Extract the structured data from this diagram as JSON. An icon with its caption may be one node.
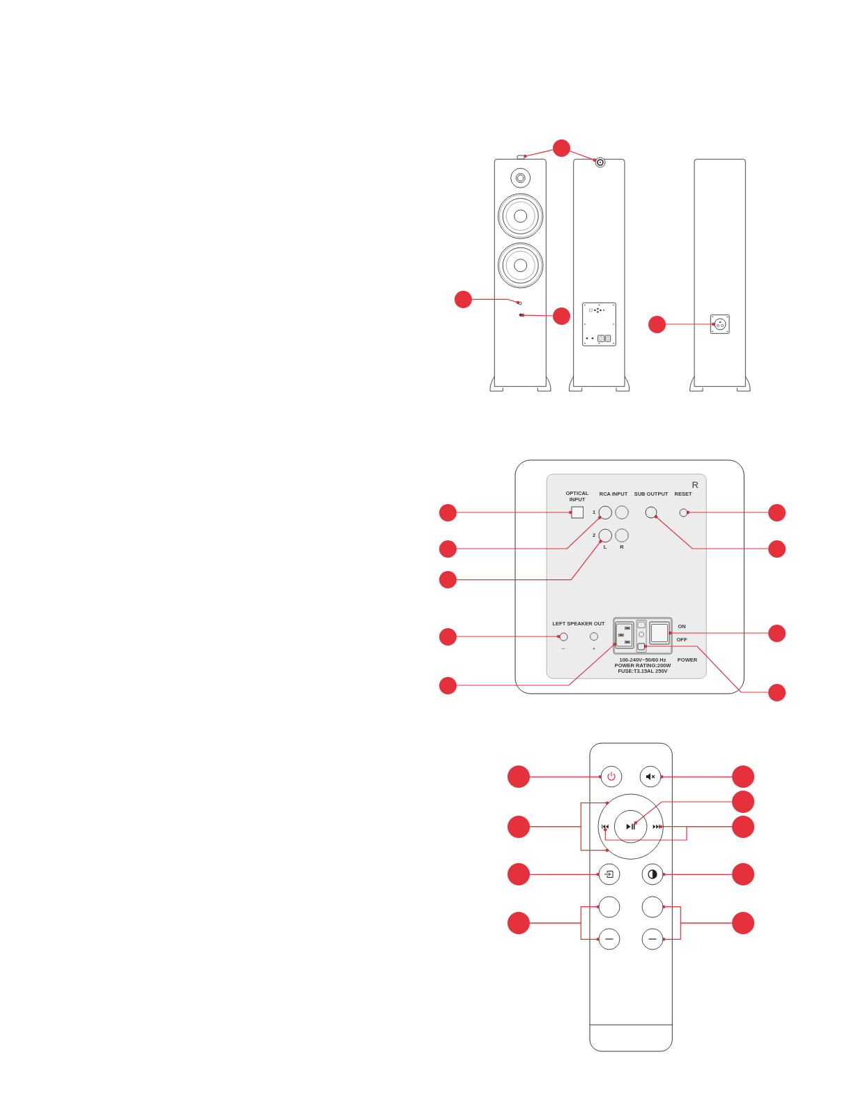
{
  "diagram": {
    "nodes": [
      {
        "text": [],
        "shape": "circle"
      },
      {
        "text": [],
        "shape": "box"
      },
      {
        "text": [],
        "shape": "circle"
      },
      {
        "text": [],
        "shape": "circle"
      },
      {
        "text": [],
        "shape": "circle"
      },
      {
        "text": [],
        "shape": "circle"
      },
      {
        "text": [],
        "shape": "circle"
      },
      {
        "text": [],
        "shape": "circle"
      },
      {
        "text": [],
        "shape": "circle"
      },
      {
        "text": [],
        "shape": "circle"
      },
      {
        "text": [],
        "shape": "box"
      },
      {
        "text": [],
        "shape": "circle"
      },
      {
        "text": [],
        "shape": "circle"
      },
      {
        "text": [],
        "shape": "circle"
      },
      {
        "text": [],
        "shape": "circle"
      },
      {
        "text": [],
        "shape": "circle"
      },
      {
        "text": [],
        "shape": "circle"
      },
      {
        "text": [],
        "shape": "circle"
      },
      {
        "text": [],
        "shape": "circle"
      },
      {
        "text": [],
        "shape": "circle"
      },
      {
        "text": [],
        "shape": "circle"
      },
      {
        "text": [],
        "shape": "box"
      },
      {
        "text": [],
        "shape": "box"
      },
      {
        "text": [],
        "shape": "circle"
      },
      {
        "text": [],
        "shape": "box"
      },
      {
        "text": [],
        "shape": "circle"
      },
      {
        "text": [],
        "shape": "circle"
      },
      {
        "text": [],
        "shape": "circle"
      },
      {
        "text": [],
        "shape": "circle"
      },
      {
        "text": [],
        "shape": "circle"
      },
      {
        "text": [],
        "shape": "circle"
      },
      {
        "text": [],
        "shape": "circle"
      },
      {
        "text": [],
        "shape": "circle"
      },
      {
        "text": [],
        "shape": "circle"
      },
      {
        "text": [],
        "shape": "picture",
        "in": 33
      },
      {
        "text": [],
        "shape": "picture",
        "in": 33
      },
      {
        "text": [],
        "shape": "picture",
        "in": 33
      },
      {
        "text": [],
        "shape": "circle"
      },
      {
        "text": [],
        "shape": "circle"
      },
      {
        "text": [],
        "shape": "circle"
      },
      {
        "text": [],
        "shape": "circle"
      },
      {
        "text": [],
        "shape": "circle"
      },
      {
        "text": [],
        "shape": "circle"
      },
      {
        "text": [],
        "shape": "circle"
      },
      {
        "text": [],
        "shape": "circle"
      },
      {
        "text": [],
        "shape": "circle"
      },
      {
        "text": [],
        "shape": "circle"
      },
      {
        "text": [],
        "shape": "circle"
      }
    ],
    "edges": [
      {
        "from": 0,
        "to": 1,
        "arrow": "other"
      },
      {
        "from": 0,
        "to": 2,
        "arrow": "other"
      },
      {
        "from": 3,
        "to": 4,
        "arrow": "other"
      },
      {
        "from": 5,
        "to": 6,
        "arrow": "other"
      },
      {
        "from": 7,
        "to": 8,
        "arrow": "other"
      },
      {
        "from": 9,
        "to": 10,
        "arrow": "other"
      },
      {
        "from": 14,
        "to": 13,
        "arrow": "other"
      },
      {
        "from": 15,
        "to": 11,
        "arrow": "other"
      },
      {
        "from": 16,
        "to": 12,
        "arrow": "other"
      },
      {
        "from": 18,
        "to": 17,
        "arrow": "other"
      },
      {
        "from": 19,
        "to": 20,
        "arrow": "other"
      },
      {
        "from": 25,
        "to": 21,
        "arrow": "other"
      },
      {
        "from": 23,
        "to": 22,
        "arrow": "other"
      },
      {
        "from": 26,
        "to": 24,
        "arrow": "other"
      },
      {
        "from": 27,
        "to": 28,
        "arrow": "other"
      },
      {
        "from": 30,
        "to": 29,
        "arrow": "other"
      },
      {
        "from": 31,
        "to": 35,
        "arrow": "other"
      },
      {
        "from": 32,
        "to": 33,
        "arrow": "other"
      },
      {
        "from": 32,
        "to": 33,
        "arrow": "other"
      },
      {
        "from": 37,
        "to": 36,
        "arrow": "other"
      },
      {
        "from": 37,
        "to": 34,
        "arrow": "other"
      },
      {
        "from": 38,
        "to": 39,
        "arrow": "other"
      },
      {
        "from": 41,
        "to": 40,
        "arrow": "other"
      },
      {
        "from": 42,
        "to": 43,
        "arrow": "other"
      },
      {
        "from": 42,
        "to": 46,
        "arrow": "other"
      },
      {
        "from": 45,
        "to": 44,
        "arrow": "other"
      },
      {
        "from": 45,
        "to": 47,
        "arrow": "other"
      }
    ],
    "labels": [
      "R",
      "OPTICAL INPUT",
      "RCA INPUT",
      "SUB OUTPUT",
      "RESET",
      "1",
      "2",
      "L",
      "R",
      "LEFT SPEAKER OUT",
      "ON",
      "OFF",
      "−",
      "+",
      "100-240V~50/60 Hz",
      "POWER RATING:200W",
      "FUSE:T3.15AL 250V",
      "POWER"
    ]
  }
}
